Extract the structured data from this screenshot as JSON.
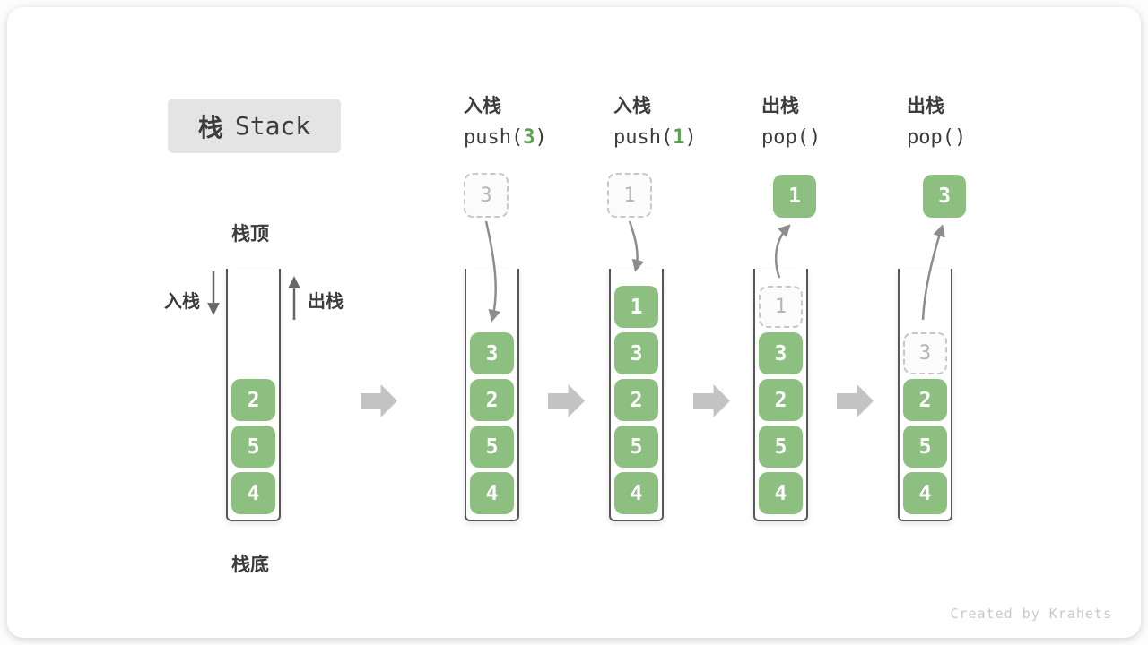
{
  "title": {
    "zh": "栈",
    "en": "Stack"
  },
  "labels": {
    "stack_top": "栈顶",
    "stack_bottom": "栈底",
    "push_side": "入栈",
    "pop_side": "出栈"
  },
  "colors": {
    "item_green": "#8cbf80",
    "arg_green": "#5fa050",
    "ghost_border": "#c7c7c7",
    "ghost_bg": "#fbfbfb",
    "ghost_text": "#b5b5b5",
    "flow_arrow": "#c3c3c3",
    "curve_arrow": "#8d8d8d",
    "io_arrow": "#666666",
    "ink": "#3c3c3c",
    "wall": "#585858",
    "watermark": "#c9c9c9"
  },
  "operations": [
    {
      "zh": "入栈",
      "fn": "push(",
      "arg": "3",
      "close": ")"
    },
    {
      "zh": "入栈",
      "fn": "push(",
      "arg": "1",
      "close": ")"
    },
    {
      "zh": "出栈",
      "fn": "pop(",
      "arg": "",
      "close": ")"
    },
    {
      "zh": "出栈",
      "fn": "pop(",
      "arg": "",
      "close": ")"
    }
  ],
  "stacks": [
    {
      "name": "initial",
      "items": [
        "2",
        "5",
        "4"
      ]
    },
    {
      "name": "after-push-3",
      "floating": {
        "value": "3",
        "style": "ghost"
      },
      "items": [
        "3",
        "2",
        "5",
        "4"
      ]
    },
    {
      "name": "after-push-1",
      "floating": {
        "value": "1",
        "style": "ghost"
      },
      "items": [
        "1",
        "3",
        "2",
        "5",
        "4"
      ]
    },
    {
      "name": "after-pop-1",
      "floating": {
        "value": "1",
        "style": "solid"
      },
      "ghost": "1",
      "items": [
        "3",
        "2",
        "5",
        "4"
      ]
    },
    {
      "name": "after-pop-3",
      "floating": {
        "value": "3",
        "style": "solid"
      },
      "ghost": "3",
      "items": [
        "2",
        "5",
        "4"
      ]
    }
  ],
  "watermark": "Created by Krahets"
}
